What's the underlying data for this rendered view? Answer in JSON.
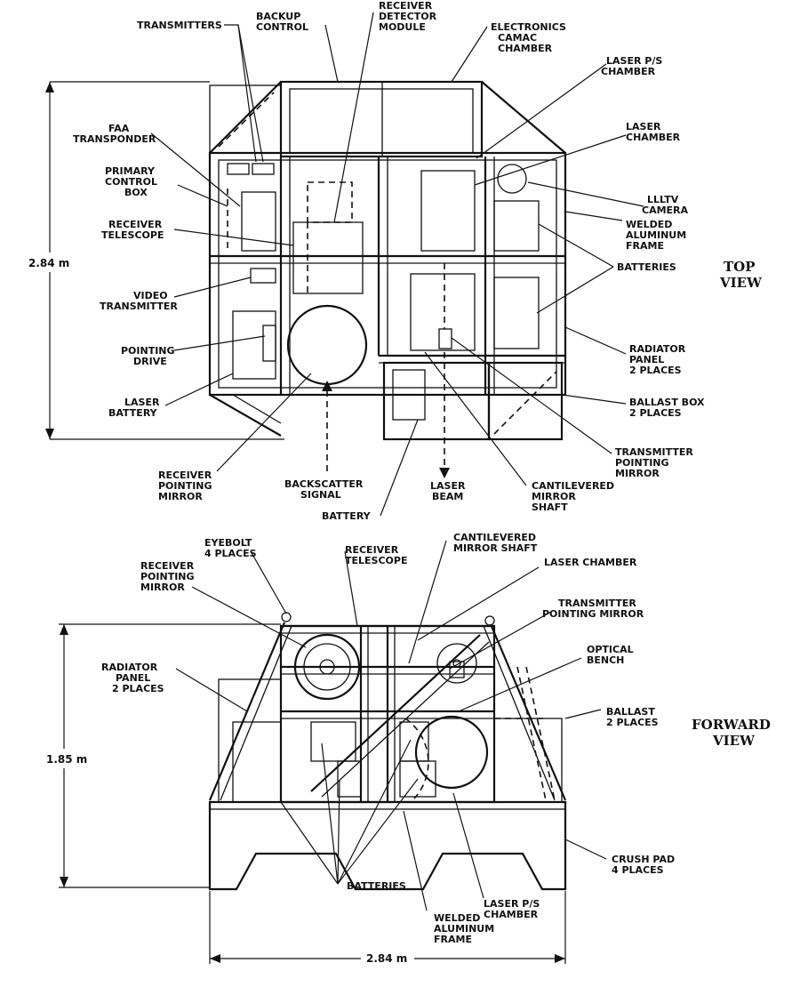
{
  "top_view": {
    "title_line1": "TOP",
    "title_line2": "VIEW",
    "dimension_height": "2.84 m",
    "labels": {
      "transmitters": "TRANSMITTERS",
      "backup_control_1": "BACKUP",
      "backup_control_2": "CONTROL",
      "receiver_detector_1": "RECEIVER",
      "receiver_detector_2": "DETECTOR",
      "receiver_detector_3": "MODULE",
      "electronics_1": "ELECTRONICS",
      "electronics_2": "CAMAC",
      "electronics_3": "CHAMBER",
      "laser_ps_1": "LASER P/S",
      "laser_ps_2": "CHAMBER",
      "laser_chamber_1": "LASER",
      "laser_chamber_2": "CHAMBER",
      "faa_1": "FAA",
      "faa_2": "TRANSPONDER",
      "primary_1": "PRIMARY",
      "primary_2": "CONTROL",
      "primary_3": "BOX",
      "receiver_tel_1": "RECEIVER",
      "receiver_tel_2": "TELESCOPE",
      "llltv_1": "LLLTV",
      "llltv_2": "CAMERA",
      "welded_1": "WELDED",
      "welded_2": "ALUMINUM",
      "welded_3": "FRAME",
      "batteries": "BATTERIES",
      "video_1": "VIDEO",
      "video_2": "TRANSMITTER",
      "pointing_1": "POINTING",
      "pointing_2": "DRIVE",
      "radiator_1": "RADIATOR",
      "radiator_2": "PANEL",
      "radiator_3": "2 PLACES",
      "laser_batt_1": "LASER",
      "laser_batt_2": "BATTERY",
      "ballast_box_1": "BALLAST BOX",
      "ballast_box_2": "2 PLACES",
      "tx_mirror_1": "TRANSMITTER",
      "tx_mirror_2": "POINTING",
      "tx_mirror_3": "MIRROR",
      "rx_mirror_1": "RECEIVER",
      "rx_mirror_2": "POINTING",
      "rx_mirror_3": "MIRROR",
      "backscatter_1": "BACKSCATTER",
      "backscatter_2": "SIGNAL",
      "laser_beam_1": "LASER",
      "laser_beam_2": "BEAM",
      "cantilever_1": "CANTILEVERED",
      "cantilever_2": "MIRROR",
      "cantilever_3": "SHAFT",
      "battery": "BATTERY"
    }
  },
  "forward_view": {
    "title_line1": "FORWARD",
    "title_line2": "VIEW",
    "dimension_height": "1.85 m",
    "dimension_width": "2.84 m",
    "labels": {
      "eyebolt_1": "EYEBOLT",
      "eyebolt_2": "4 PLACES",
      "rx_mirror_1": "RECEIVER",
      "rx_mirror_2": "POINTING",
      "rx_mirror_3": "MIRROR",
      "rx_tel_1": "RECEIVER",
      "rx_tel_2": "TELESCOPE",
      "cantilever_1": "CANTILEVERED",
      "cantilever_2": "MIRROR SHAFT",
      "laser_chamber": "LASER CHAMBER",
      "tx_mirror_1": "TRANSMITTER",
      "tx_mirror_2": "POINTING MIRROR",
      "optical_1": "OPTICAL",
      "optical_2": "BENCH",
      "radiator_1": "RADIATOR",
      "radiator_2": "PANEL",
      "radiator_3": "2 PLACES",
      "ballast_1": "BALLAST",
      "ballast_2": "2 PLACES",
      "crush_1": "CRUSH PAD",
      "crush_2": "4 PLACES",
      "batteries": "BATTERIES",
      "laser_ps_1": "LASER P/S",
      "laser_ps_2": "CHAMBER",
      "welded_1": "WELDED",
      "welded_2": "ALUMINUM",
      "welded_3": "FRAME"
    }
  }
}
